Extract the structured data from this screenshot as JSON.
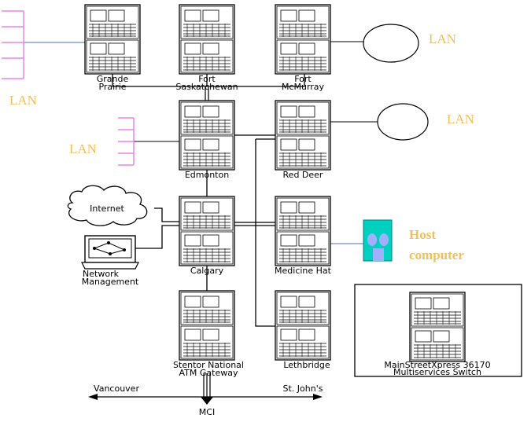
{
  "switches": [
    {
      "id": "grande",
      "label_lines": [
        "Grande",
        "Prairie"
      ]
    },
    {
      "id": "fortsask",
      "label_lines": [
        "Fort",
        "Saskatchewan"
      ]
    },
    {
      "id": "fortmc",
      "label_lines": [
        "Fort",
        "McMurray"
      ]
    },
    {
      "id": "edmonton",
      "label_lines": [
        "Edmonton"
      ]
    },
    {
      "id": "reddeer",
      "label_lines": [
        "Red Deer"
      ]
    },
    {
      "id": "calgary",
      "label_lines": [
        "Calgary"
      ]
    },
    {
      "id": "medhat",
      "label_lines": [
        "Medicine Hat"
      ]
    },
    {
      "id": "stentor",
      "label_lines": [
        "Stentor National",
        "ATM Gateway"
      ]
    },
    {
      "id": "lethbridge",
      "label_lines": [
        "Lethbridge"
      ]
    }
  ],
  "lan_labels": [
    "LAN",
    "LAN",
    "LAN",
    "LAN"
  ],
  "internet_label": "Internet",
  "network_management_lines": [
    "Network",
    "Management"
  ],
  "host_lines": [
    "Host",
    "computer"
  ],
  "legend_lines": [
    "MainStreetXpress 36170",
    "Multiservices Switch"
  ],
  "destinations": {
    "west": "Vancouver",
    "east": "St. John's",
    "south": "MCI"
  },
  "colors": {
    "lan_text": "#f0c060",
    "lan_hub": "#ee82ee",
    "lan_link": "#4a6fd0",
    "host_fill": "#00d0c0",
    "host_accent": "#a0b0ff"
  }
}
